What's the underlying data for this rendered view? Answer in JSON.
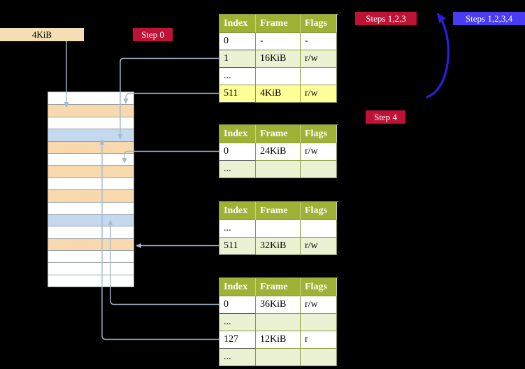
{
  "colors": {
    "white": "#ffffff",
    "frame_row": "#f7d9ad",
    "page_row": "#c4d8ee",
    "alt_row": "#ebf1d3",
    "highlight_row": "#ffff99",
    "table_header": "#a0b236",
    "crimson": "#c01236",
    "indigo": "#4a3cf5",
    "arrow_light": "#a4bace",
    "arrow_blue": "#2d1de0",
    "label_bg": "#f5deb3"
  },
  "labels": {
    "frame_label": "4KiB"
  },
  "badges": {
    "step0": {
      "label": "Step 0",
      "color_key": "crimson"
    },
    "steps123": {
      "label": "Steps 1,2,3",
      "color_key": "crimson"
    },
    "steps1234": {
      "label": "Steps 1,2,3,4",
      "color_key": "indigo"
    },
    "step4": {
      "label": "Step 4",
      "color_key": "crimson"
    }
  },
  "memory": {
    "rows": [
      "white",
      "frame_row",
      "white",
      "page_row",
      "frame_row",
      "white",
      "frame_row",
      "white",
      "frame_row",
      "white",
      "page_row",
      "white",
      "frame_row",
      "white",
      "white",
      "white"
    ]
  },
  "tables": [
    {
      "headers": [
        "Index",
        "Frame",
        "Flags"
      ],
      "rows": [
        {
          "cells": [
            "0",
            "-",
            "-"
          ],
          "bg": "white"
        },
        {
          "cells": [
            "1",
            "16KiB",
            "r/w"
          ],
          "bg": "alt_row"
        },
        {
          "cells": [
            "...",
            "",
            ""
          ],
          "bg": "white"
        },
        {
          "cells": [
            "511",
            "4KiB",
            "r/w"
          ],
          "bg": "highlight_row"
        }
      ]
    },
    {
      "headers": [
        "Index",
        "Frame",
        "Flags"
      ],
      "rows": [
        {
          "cells": [
            "0",
            "24KiB",
            "r/w"
          ],
          "bg": "white"
        },
        {
          "cells": [
            "...",
            "",
            ""
          ],
          "bg": "alt_row"
        }
      ]
    },
    {
      "headers": [
        "Index",
        "Frame",
        "Flags"
      ],
      "rows": [
        {
          "cells": [
            "...",
            "",
            ""
          ],
          "bg": "white"
        },
        {
          "cells": [
            "511",
            "32KiB",
            "r/w"
          ],
          "bg": "alt_row"
        }
      ]
    },
    {
      "headers": [
        "Index",
        "Frame",
        "Flags"
      ],
      "rows": [
        {
          "cells": [
            "0",
            "36KiB",
            "r/w"
          ],
          "bg": "white"
        },
        {
          "cells": [
            "...",
            "",
            ""
          ],
          "bg": "alt_row"
        },
        {
          "cells": [
            "127",
            "12KiB",
            "r"
          ],
          "bg": "white"
        },
        {
          "cells": [
            "...",
            "",
            ""
          ],
          "bg": "alt_row"
        }
      ]
    }
  ]
}
